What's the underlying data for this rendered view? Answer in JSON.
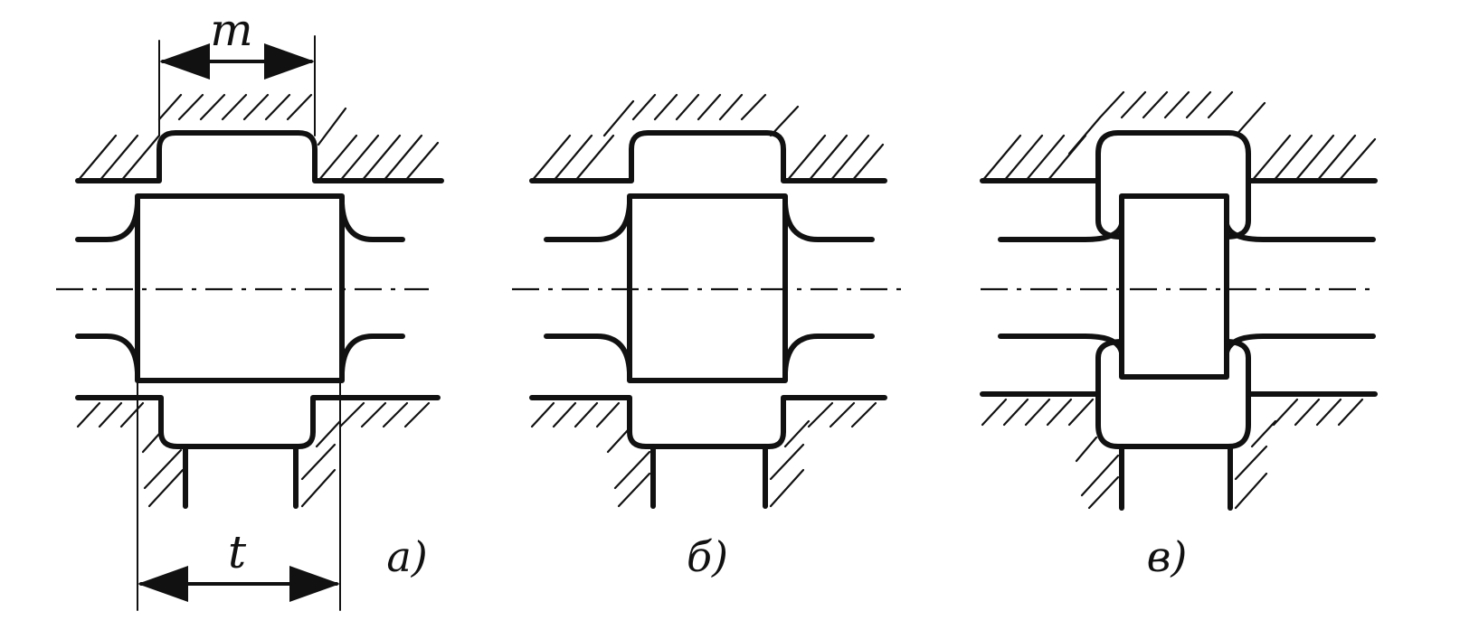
{
  "dimensions": {
    "top_label": "m",
    "bottom_label": "t"
  },
  "panels": [
    {
      "caption": "a)"
    },
    {
      "caption": "б)"
    },
    {
      "caption": "в)"
    }
  ],
  "colors": {
    "ink": "#111111",
    "background": "#ffffff"
  }
}
